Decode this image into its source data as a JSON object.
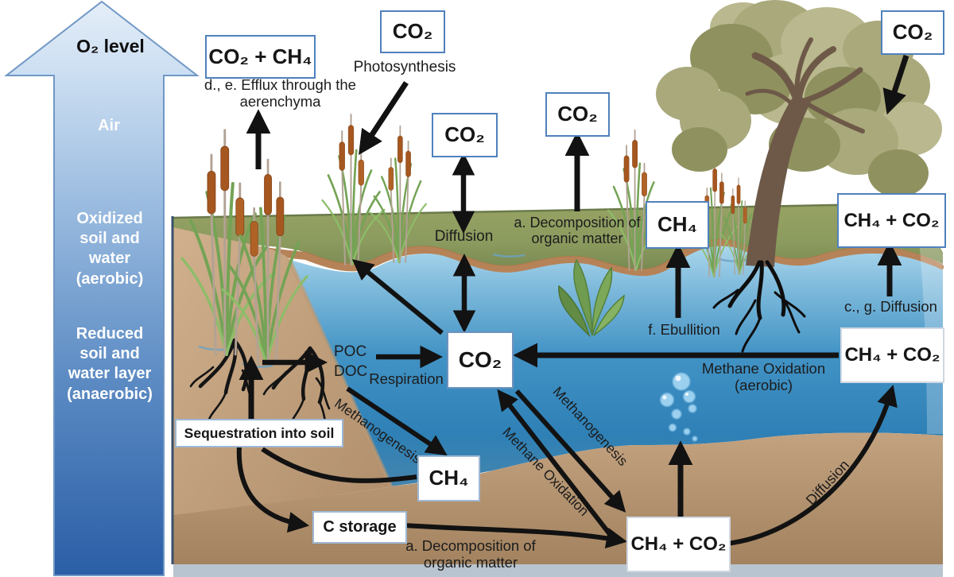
{
  "figure": {
    "description": "Wetland carbon cycle diagram showing CO2 and CH4 fluxes between air, oxidized water and reduced sediment"
  },
  "o2_arrow": {
    "title": "O₂ level",
    "zone_air": "Air",
    "zone_oxidized": "Oxidized\nsoil and\nwater\n(aerobic)",
    "zone_reduced": "Reduced\nsoil and\nwater layer\n(anaerobic)"
  },
  "boxes": {
    "co2_ch4_aerenchyma": "CO₂ + CH₄",
    "co2_photosynthesis": "CO₂",
    "co2_diffusion": "CO₂",
    "co2_decomposition": "CO₂",
    "co2_tree": "CO₂",
    "ch4_ebullition": "CH₄",
    "ch4_co2_top_right": "CH₄ + CO₂",
    "co2_center": "CO₂",
    "sequestration": "Sequestration into soil",
    "ch4_center": "CH₄",
    "c_storage": "C storage",
    "ch4_co2_bottom": "CH₄ + CO₂",
    "ch4_co2_right": "CH₄ + CO₂"
  },
  "labels": {
    "photosynthesis": "Photosynthesis",
    "efflux_aerenchyma": "d., e. Efflux through the\naerenchyma",
    "diffusion_air_water": "Diffusion",
    "decomposition_top": "a. Decomposition of\norganic matter",
    "ebullition": "f. Ebullition",
    "cg_diffusion": "c., g. Diffusion",
    "methane_oxidation_aerobic": "Methane Oxidation\n(aerobic)",
    "poc_doc": "POC\nDOC",
    "respiration": "Respiration",
    "methanogenesis_left": "Methanogenesis",
    "methanogenesis_right": "Methanogenesis",
    "methane_oxidation_water": "Methane Oxidation",
    "diffusion_sediment": "Diffusion",
    "decomposition_bottom": "a. Decomposition of\norganic matter"
  },
  "colors": {
    "box_border": "#4f81bd",
    "arrow": "#121212",
    "water_deep": "#2e80b6",
    "water_shallow": "#a9cfe4",
    "soil": "#b5926f",
    "vegetation": "#8e9c60",
    "shoreline": "#b0784a",
    "o2_gradient_top": "#e4eef8",
    "o2_gradient_bottom": "#2a5ea6"
  }
}
